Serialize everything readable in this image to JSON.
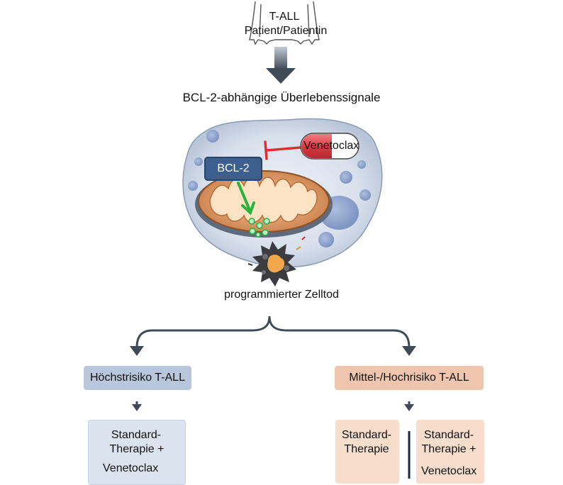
{
  "patient": {
    "line1": "T-ALL",
    "line2": "Patient/Patientin"
  },
  "signal_label": "BCL-2-abhängige Überlebenssignale",
  "cell": {
    "bcl2_label": "BCL-2",
    "drug_label": "Venetoclax"
  },
  "death_label": "programmierter Zelltod",
  "branches": {
    "left": {
      "label": "Höchstrisiko T-ALL",
      "therapy_line1": "Standard-",
      "therapy_line2": "Therapie +",
      "drug": "Venetoclax"
    },
    "right": {
      "label": "Mittel-/Hochrisiko T-ALL",
      "arm_a_line1": "Standard-",
      "arm_a_line2": "Therapie",
      "arm_b_line1": "Standard-",
      "arm_b_line2": "Therapie +",
      "drug": "Venetoclax"
    }
  },
  "colors": {
    "arrow": "#3f4a57",
    "left_header": "#b8c7db",
    "left_panel": "#dbe3ee",
    "right_header": "#efc6ad",
    "right_panel": "#f6ddcc",
    "bcl2_box": "#3d5f8f",
    "inhibit": "#d9322e",
    "green_arrow": "#27b43c",
    "pill_red": "#e0404a"
  }
}
